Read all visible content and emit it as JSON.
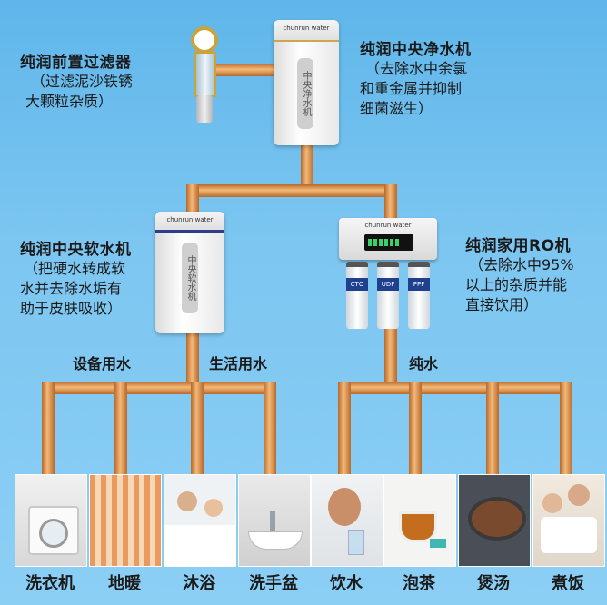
{
  "pre_filter": {
    "title": "纯润前置过滤器",
    "desc": [
      "（过滤泥沙铁锈",
      "大颗粒杂质）"
    ]
  },
  "central_purifier": {
    "title": "纯润中央净水机",
    "desc": [
      "（去除水中余氯",
      "和重金属并抑制",
      "细菌滋生）"
    ],
    "device_text": "中央净水机",
    "brand": "chunrun water"
  },
  "softener": {
    "title": "纯润中央软水机",
    "desc": [
      "（把硬水转成软",
      "水并去除水垢有",
      "助于皮肤吸收）"
    ],
    "device_text": "中央软水机",
    "brand": "chunrun water"
  },
  "ro_machine": {
    "title": "纯润家用RO机",
    "desc": [
      "（去除水中95%",
      "以上的杂质并能",
      "直接饮用）"
    ],
    "brand": "chunrun water",
    "filters": [
      "CTO",
      "UDF",
      "PPF"
    ]
  },
  "branches": {
    "equipment": "设备用水",
    "living": "生活用水",
    "pure": "纯水"
  },
  "uses": [
    "洗衣机",
    "地暖",
    "沐浴",
    "洗手盆",
    "饮水",
    "泡茶",
    "煲汤",
    "煮饭"
  ],
  "colors": {
    "pipe": "#d98a3c",
    "pipe_highlight": "#f2b872",
    "background": "#6dbff0"
  }
}
